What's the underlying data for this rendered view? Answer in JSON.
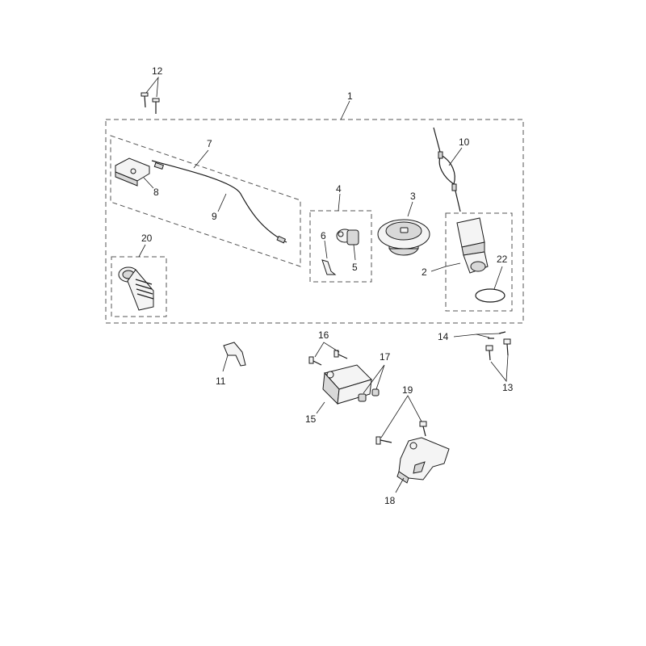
{
  "diagram": {
    "callouts": {
      "c1": "1",
      "c2": "2",
      "c3": "3",
      "c4": "4",
      "c5": "5",
      "c6": "6",
      "c7": "7",
      "c8": "8",
      "c9": "9",
      "c10": "10",
      "c11": "11",
      "c12": "12",
      "c13": "13",
      "c14": "14",
      "c15": "15",
      "c16": "16",
      "c17": "17",
      "c18": "18",
      "c19": "19",
      "c20": "20",
      "c22": "22"
    }
  }
}
